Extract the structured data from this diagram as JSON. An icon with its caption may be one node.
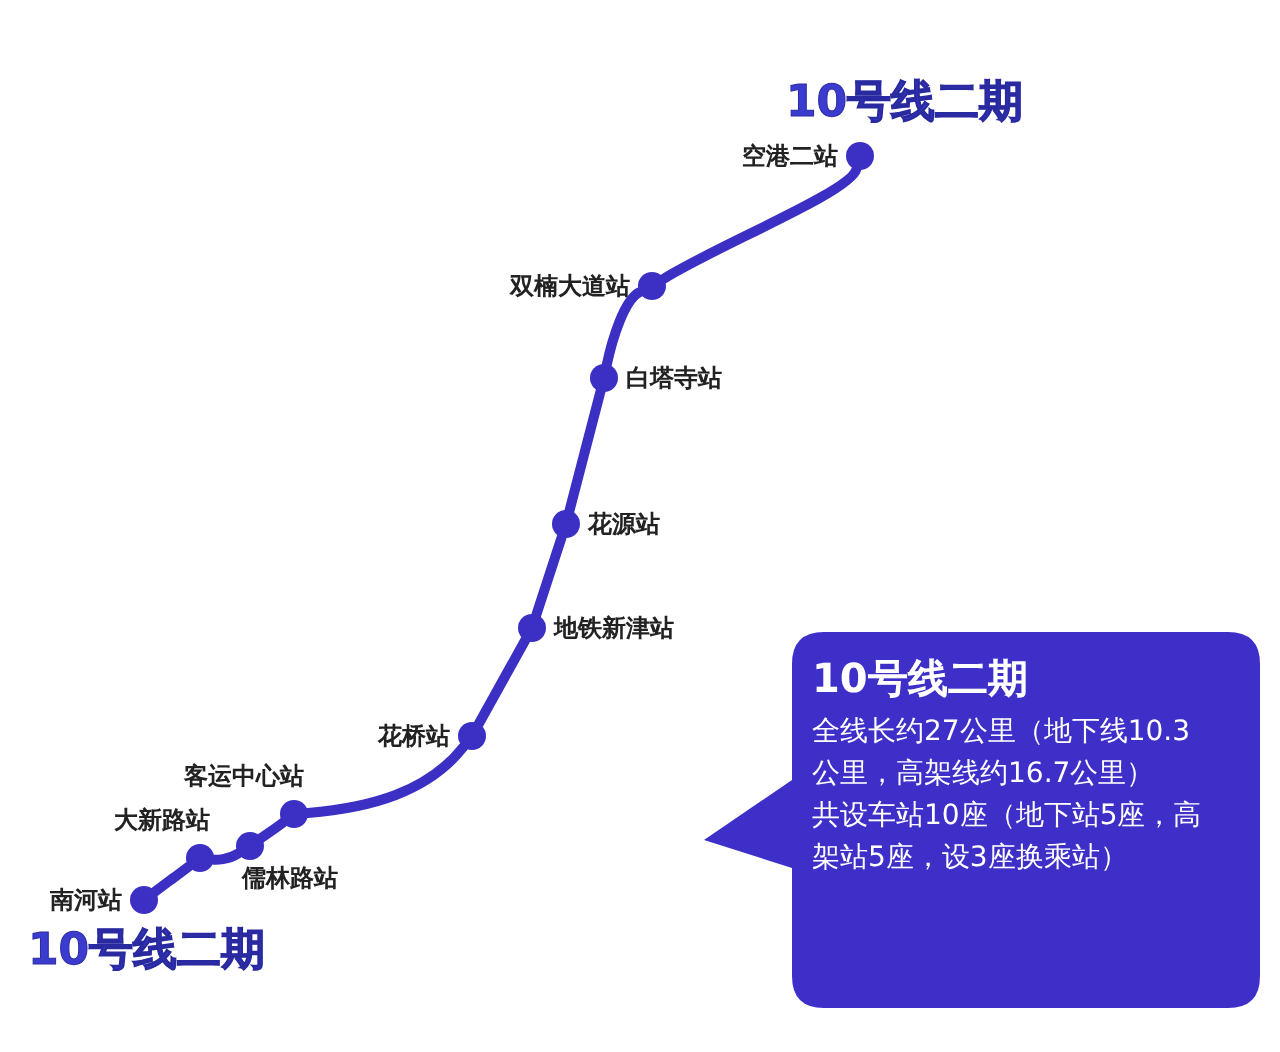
{
  "diagram": {
    "nodes": [
      {
        "text": [],
        "shape": "circle",
        "beside": [
          "空港二站"
        ]
      },
      {
        "text": [],
        "shape": "circle",
        "beside": [
          "双楠大道站"
        ]
      },
      {
        "text": [],
        "shape": "circle",
        "beside": [
          "白塔寺站"
        ]
      },
      {
        "text": [],
        "shape": "circle",
        "beside": [
          "花源站"
        ]
      },
      {
        "text": [],
        "shape": "circle",
        "beside": [
          "地铁新津站"
        ]
      },
      {
        "text": [],
        "shape": "circle",
        "beside": [
          "花桥站"
        ]
      },
      {
        "text": [],
        "shape": "circle",
        "beside": [
          "客运中心站"
        ]
      },
      {
        "text": [],
        "shape": "circle",
        "beside": [
          "儒林路站"
        ]
      },
      {
        "text": [],
        "shape": "circle",
        "beside": [
          "大新路站"
        ]
      },
      {
        "text": [],
        "shape": "circle",
        "beside": [
          "南河站"
        ]
      },
      {
        "text": [
          "10号线二期",
          "全线长约27公里（地下线10.3公里，高架线约16.7公里）",
          "共设车站10座（地下站5座，高架站5座，设3座换乘站）"
        ]
      }
    ],
    "edges": [
      {
        "from": 0,
        "to": 1,
        "arrow": "none"
      },
      {
        "from": 1,
        "to": 2,
        "arrow": "none"
      },
      {
        "from": 2,
        "to": 3,
        "arrow": "none"
      },
      {
        "from": 3,
        "to": 4,
        "arrow": "none"
      },
      {
        "from": 4,
        "to": 5,
        "arrow": "none"
      },
      {
        "from": 5,
        "to": 6,
        "arrow": "none"
      },
      {
        "from": 6,
        "to": 7,
        "arrow": "none"
      },
      {
        "from": 7,
        "to": 8,
        "arrow": "none"
      },
      {
        "from": 8,
        "to": 9,
        "arrow": "none"
      }
    ],
    "labels": [
      "10号线二期",
      "10号线二期"
    ]
  }
}
